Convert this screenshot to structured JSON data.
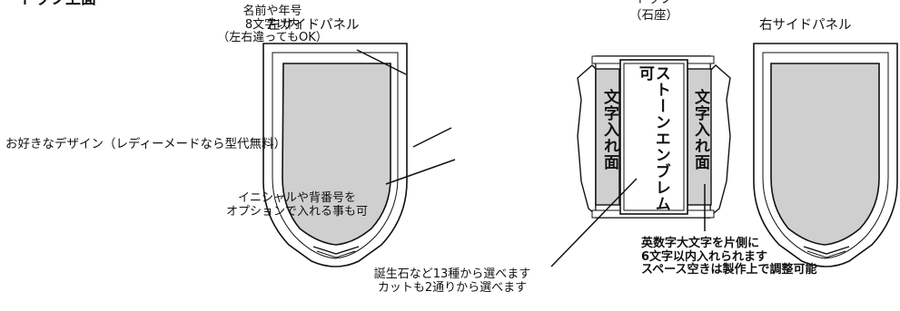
{
  "labels": {
    "corner_title": "・トップ上面",
    "name_or_year": "名前や年号\n8文字以内\n（左右違ってもOK）",
    "favorite_design": "お好きなデザイン（レディーメードなら型代無料）",
    "initials_option": "イニシャルや背番号を\nオプションで入れる事も可",
    "birthstone": "誕生石など13種から選べます\nカットも2通りから選べます",
    "alphanumeric": "英数字大文字を片側に\n6文字以内入れられます\nスペース空きは製作上で調整可能",
    "left_panel": "左サイドパネル",
    "top_stone": "トップ\n（石座）",
    "right_panel": "右サイドパネル",
    "stone_emblem": "ストーンエンブレム可",
    "engrave_face_left": "文字入れ面",
    "engrave_face_right": "文字入れ面"
  },
  "colors": {
    "panel_fill": "#cfcfcf",
    "outline": "#111111",
    "background": "#ffffff"
  }
}
